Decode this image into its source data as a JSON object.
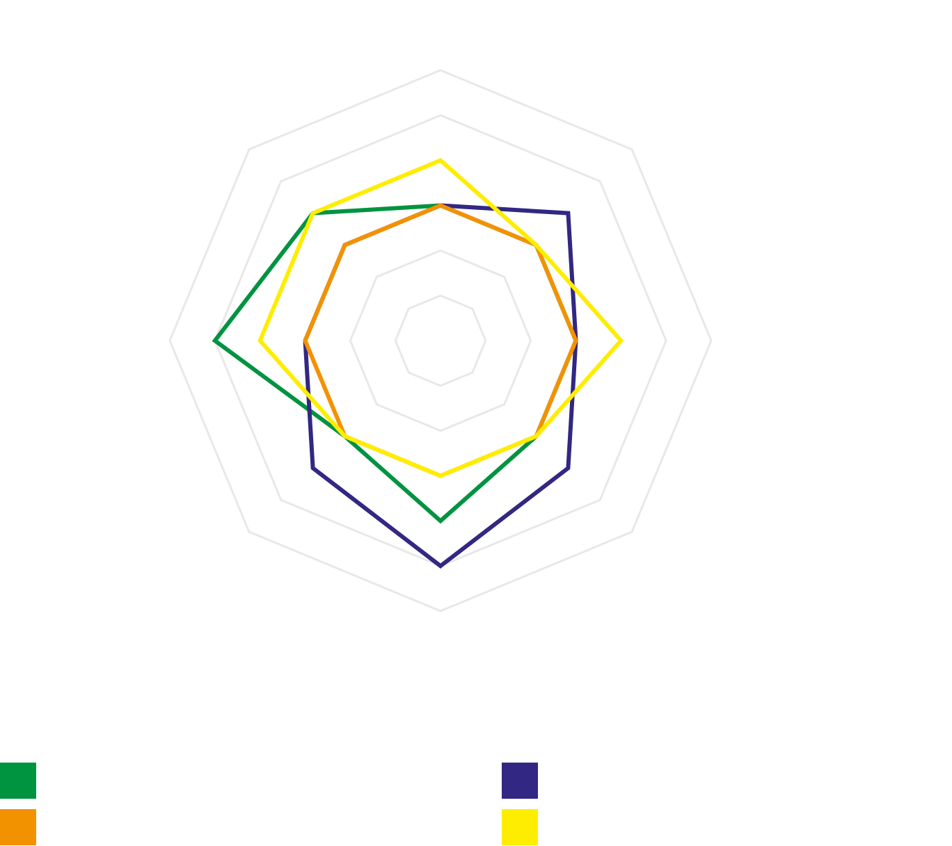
{
  "chart_data": {
    "type": "radar",
    "title": "",
    "axes_count": 8,
    "axis_labels": [],
    "rmax": 6,
    "grid_levels": [
      1,
      2,
      5,
      6
    ],
    "series": [
      {
        "color": "#009340",
        "values": [
          3,
          3,
          3,
          3,
          4,
          3,
          5,
          4
        ]
      },
      {
        "color": "#322783",
        "values": [
          3,
          4,
          3,
          4,
          5,
          4,
          3,
          3
        ]
      },
      {
        "color": "#f39200",
        "values": [
          3,
          3,
          3,
          3,
          3,
          3,
          3,
          3
        ]
      },
      {
        "color": "#ffed00",
        "values": [
          4,
          3,
          4,
          3,
          3,
          3,
          4,
          4
        ]
      }
    ],
    "legend": {
      "placement": "bottom",
      "colors": [
        "#009340",
        "#322783",
        "#f39200",
        "#ffed00"
      ]
    }
  }
}
